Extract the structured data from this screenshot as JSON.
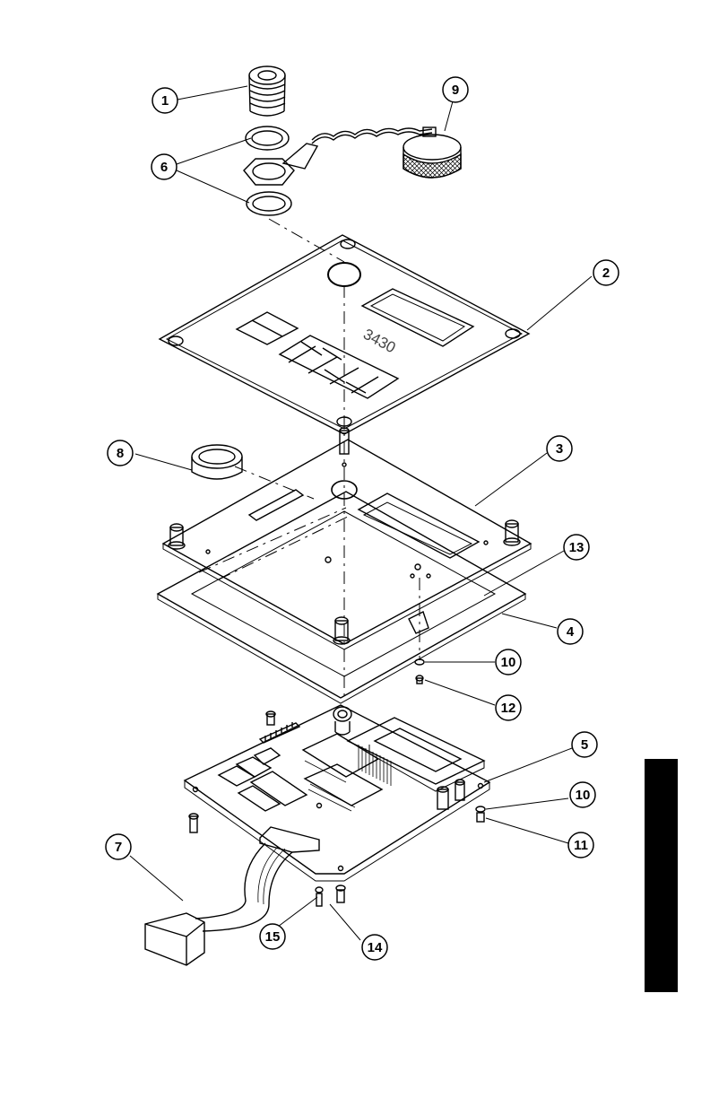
{
  "diagram": {
    "panel_marking": "3430",
    "side_tab_color": "#000000",
    "callouts": [
      {
        "label": "1"
      },
      {
        "label": "2"
      },
      {
        "label": "3"
      },
      {
        "label": "4"
      },
      {
        "label": "5"
      },
      {
        "label": "6"
      },
      {
        "label": "7"
      },
      {
        "label": "8"
      },
      {
        "label": "9"
      },
      {
        "label": "10"
      },
      {
        "label": "10"
      },
      {
        "label": "11"
      },
      {
        "label": "12"
      },
      {
        "label": "13"
      },
      {
        "label": "14"
      },
      {
        "label": "15"
      }
    ]
  }
}
